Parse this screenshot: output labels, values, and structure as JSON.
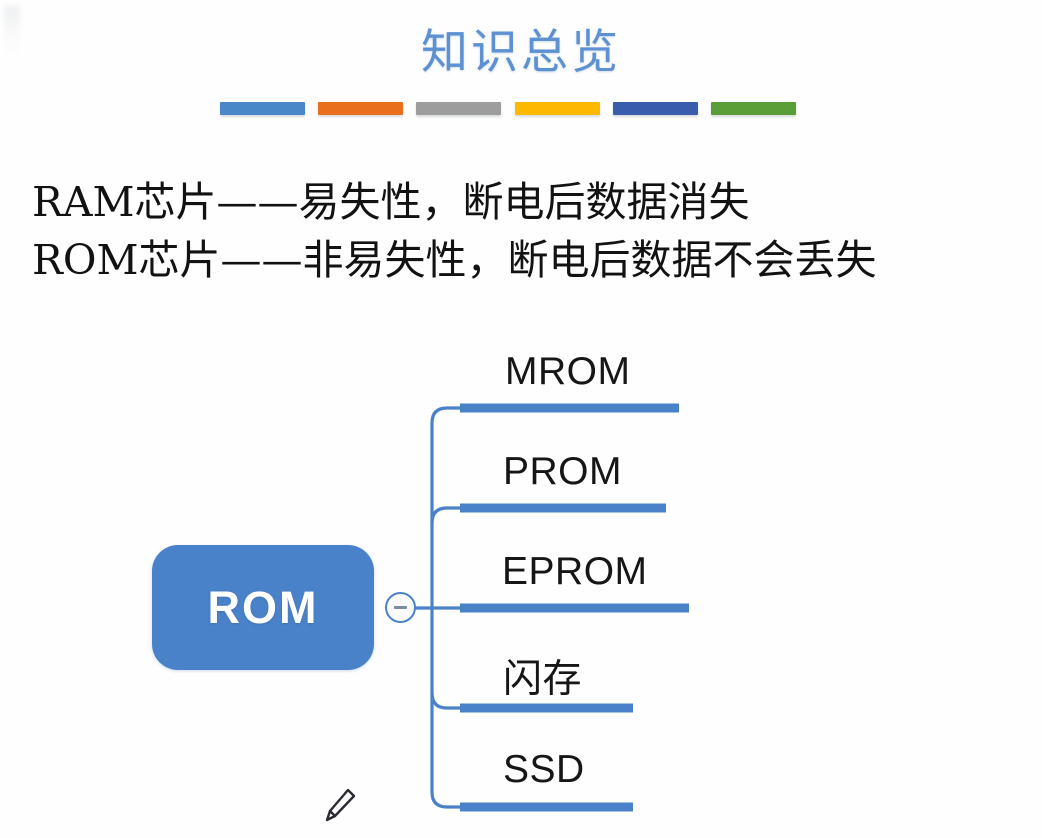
{
  "slide": {
    "title": "知识总览",
    "title_color": "#5d91d1",
    "background_color": "#fefefe"
  },
  "divider_bars": [
    {
      "name": "bar-blue",
      "color": "#4a87c8"
    },
    {
      "name": "bar-orange",
      "color": "#e8701c"
    },
    {
      "name": "bar-gray",
      "color": "#9d9d9d"
    },
    {
      "name": "bar-yellow",
      "color": "#fcb900"
    },
    {
      "name": "bar-darkblue",
      "color": "#3a5cad"
    },
    {
      "name": "bar-green",
      "color": "#5a9e38"
    }
  ],
  "body_text": {
    "line1": "RAM芯片——易失性，断电后数据消失",
    "line2": "ROM芯片——非易失性，断电后数据不会丢失"
  },
  "mindmap": {
    "root": {
      "label": "ROM",
      "fill_color": "#4a82ca",
      "text_color": "#ffffff"
    },
    "collapse_toggle": {
      "icon": "minus-circle-icon",
      "state": "expanded"
    },
    "connector_color": "#4a82ca",
    "branch_underline_color": "#4a82ca",
    "branches": [
      {
        "label": "MROM",
        "underline_width": 219
      },
      {
        "label": "PROM",
        "underline_width": 206
      },
      {
        "label": "EPROM",
        "underline_width": 229
      },
      {
        "label": "闪存",
        "underline_width": 173
      },
      {
        "label": "SSD",
        "underline_width": 173
      }
    ]
  },
  "cursor": {
    "icon": "pencil-icon",
    "color": "#2b2b33"
  }
}
